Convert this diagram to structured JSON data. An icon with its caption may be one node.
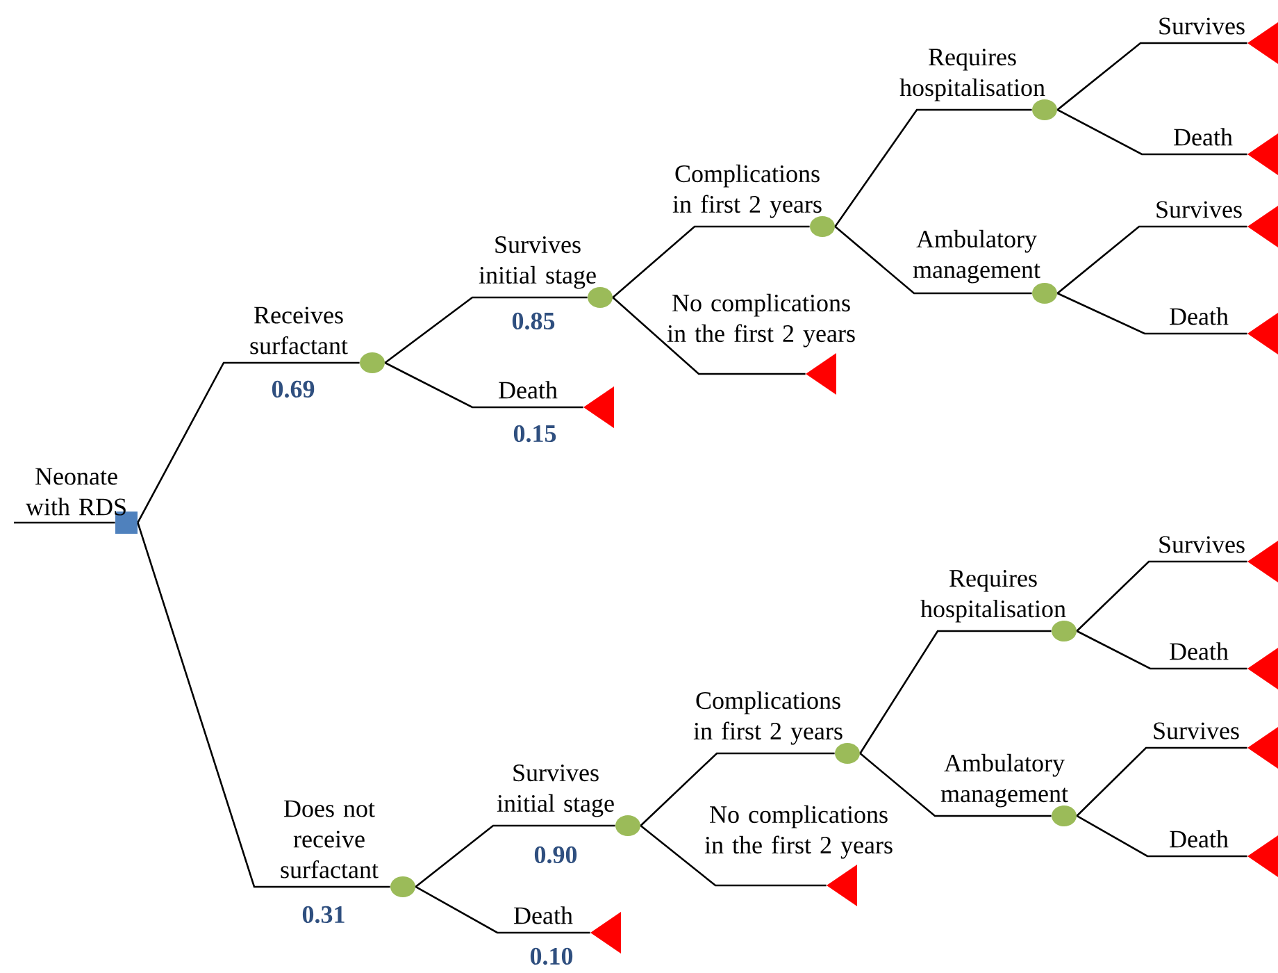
{
  "diagram": {
    "nodes": [
      {
        "text": [],
        "shape": "box"
      },
      {
        "text": [],
        "shape": "circle"
      },
      {
        "text": [],
        "shape": "triangle"
      },
      {
        "text": [],
        "shape": "circle"
      },
      {
        "text": [],
        "shape": "circle"
      },
      {
        "text": [],
        "shape": "triangle"
      },
      {
        "text": [],
        "shape": "circle"
      },
      {
        "text": [],
        "shape": "circle"
      },
      {
        "text": [],
        "shape": "triangle"
      },
      {
        "text": [],
        "shape": "triangle"
      },
      {
        "text": [],
        "shape": "triangle"
      },
      {
        "text": [],
        "shape": "triangle"
      },
      {
        "text": [],
        "shape": "circle"
      },
      {
        "text": [],
        "shape": "circle"
      },
      {
        "text": [],
        "shape": "triangle"
      },
      {
        "text": [],
        "shape": "circle"
      },
      {
        "text": [],
        "shape": "triangle"
      },
      {
        "text": [],
        "shape": "circle"
      },
      {
        "text": [],
        "shape": "circle"
      },
      {
        "text": [],
        "shape": "triangle"
      },
      {
        "text": [],
        "shape": "triangle"
      },
      {
        "text": [],
        "shape": "triangle"
      },
      {
        "text": [],
        "shape": "triangle"
      }
    ],
    "edges": [
      {
        "from": null,
        "to": 0,
        "arrow": "none",
        "label": "Neonate with RDS"
      },
      {
        "from": 0,
        "to": 1,
        "arrow": "none",
        "label": "Receives surfactant"
      },
      {
        "from": 0,
        "to": 12,
        "arrow": "none",
        "label": "Does not receive surfactant"
      },
      {
        "from": 1,
        "to": 3,
        "arrow": "none",
        "label": "Survives initial stage"
      },
      {
        "from": 1,
        "to": 2,
        "arrow": "none",
        "label": "Death"
      },
      {
        "from": 3,
        "to": 4,
        "arrow": "none",
        "label": "Complications in first 2 years"
      },
      {
        "from": 3,
        "to": 5,
        "arrow": "none",
        "label": "No complications in the first 2 years"
      },
      {
        "from": 4,
        "to": 6,
        "arrow": "none",
        "label": "Requires hospitalisation"
      },
      {
        "from": 4,
        "to": 7,
        "arrow": "none",
        "label": "Ambulatory management"
      },
      {
        "from": 6,
        "to": 8,
        "arrow": "none",
        "label": "Survives"
      },
      {
        "from": 6,
        "to": 9,
        "arrow": "none",
        "label": "Death"
      },
      {
        "from": 7,
        "to": 10,
        "arrow": "none",
        "label": "Survives"
      },
      {
        "from": 7,
        "to": 11,
        "arrow": "none",
        "label": "Death"
      },
      {
        "from": 12,
        "to": 13,
        "arrow": "none",
        "label": "Survives initial stage"
      },
      {
        "from": 12,
        "to": 14,
        "arrow": "none",
        "label": "Death"
      },
      {
        "from": 13,
        "to": 15,
        "arrow": "none",
        "label": "Complications in first 2 years"
      },
      {
        "from": 13,
        "to": 16,
        "arrow": "none",
        "label": "No complications in the first 2 years"
      },
      {
        "from": 15,
        "to": 17,
        "arrow": "none",
        "label": "Requires hospitalisation"
      },
      {
        "from": 15,
        "to": 18,
        "arrow": "none",
        "label": "Ambulatory management"
      },
      {
        "from": 17,
        "to": 19,
        "arrow": "none",
        "label": "Survives"
      },
      {
        "from": 17,
        "to": 20,
        "arrow": "none",
        "label": "Death"
      },
      {
        "from": 18,
        "to": 21,
        "arrow": "none",
        "label": "Survives"
      },
      {
        "from": 18,
        "to": 22,
        "arrow": "none",
        "label": "Death"
      }
    ],
    "labels": [
      "0.85",
      "0.69",
      "0.15",
      "0.90",
      "0.31",
      "0.10"
    ]
  }
}
